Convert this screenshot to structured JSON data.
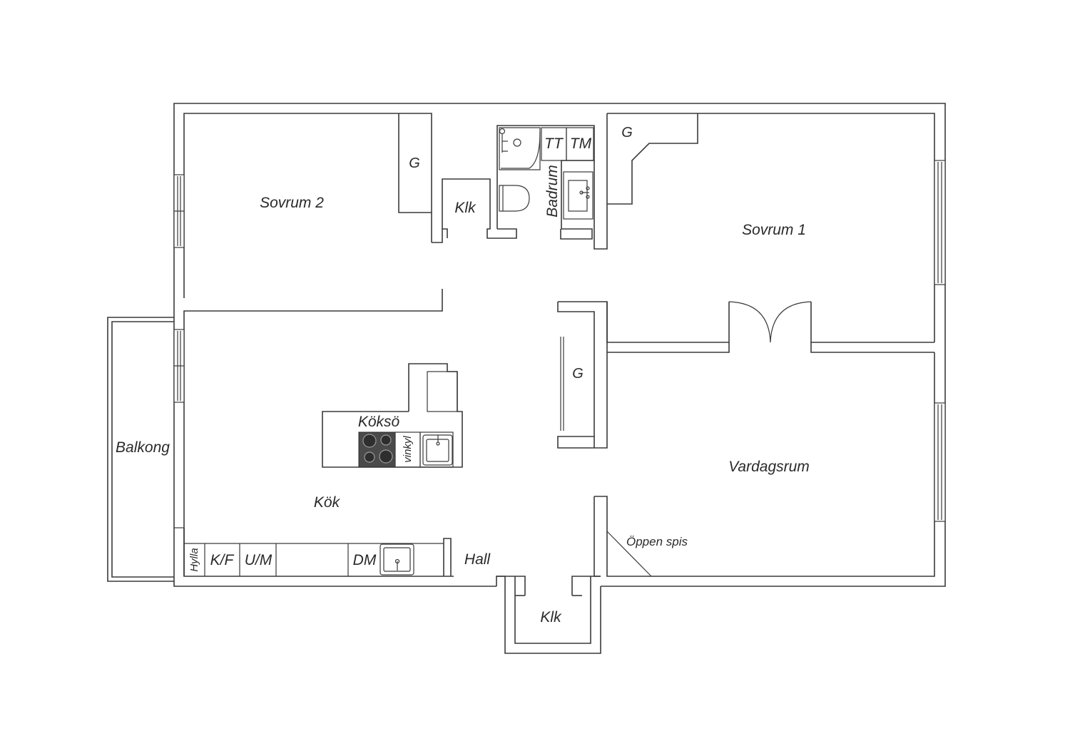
{
  "rooms": {
    "sovrum2": "Sovrum 2",
    "sovrum1": "Sovrum 1",
    "badrum": "Badrum",
    "kok": "Kök",
    "koksoe": "Köksö",
    "vardagsrum": "Vardagsrum",
    "hall": "Hall",
    "balkong": "Balkong",
    "klk_upper": "Klk",
    "klk_lower": "Klk"
  },
  "closets": {
    "g_sovrum2": "G",
    "g_sovrum1": "G",
    "g_hall": "G"
  },
  "fixtures": {
    "tt": "TT",
    "tm": "TM",
    "vinkyl": "vinkyl",
    "hylla": "Hylla",
    "kf": "K/F",
    "um": "U/M",
    "dm": "DM",
    "oppen_spis": "Öppen spis"
  }
}
